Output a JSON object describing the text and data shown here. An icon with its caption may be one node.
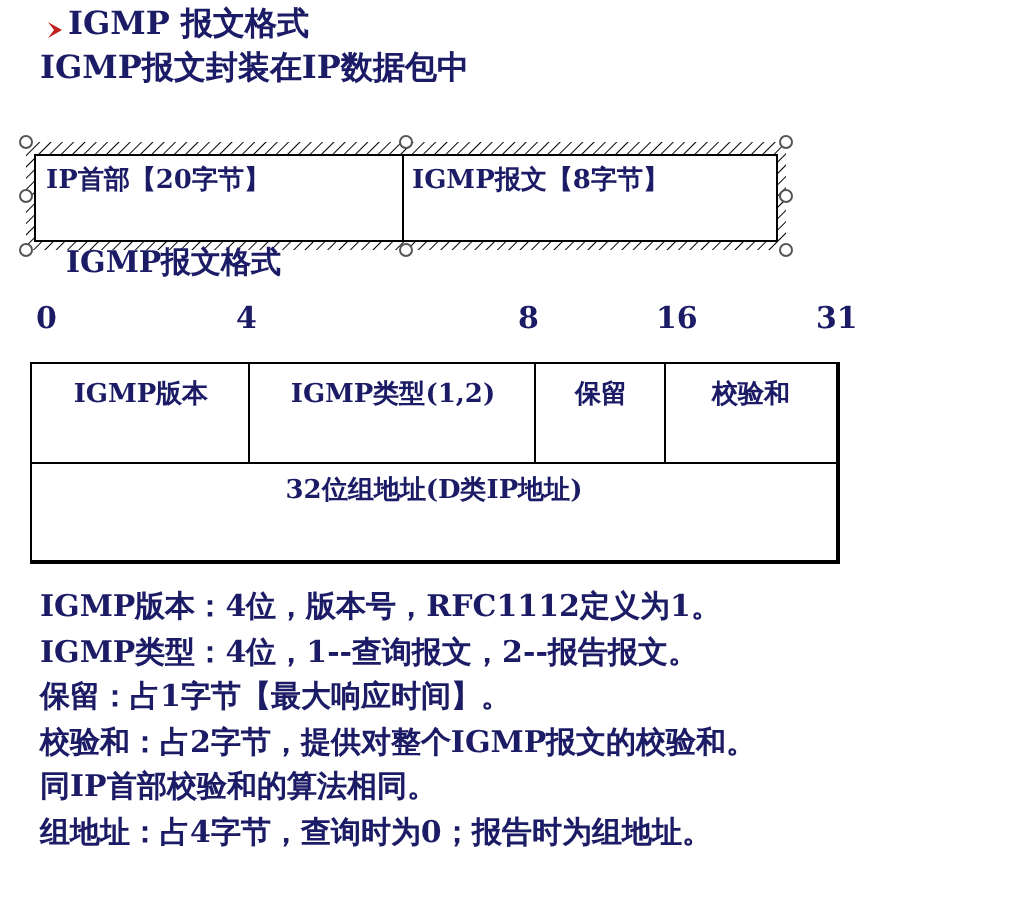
{
  "diagram": {
    "title": "IGMP 报文格式",
    "nodes": [
      {
        "text": [
          "IP首部【20字节】"
        ]
      },
      {
        "text": [
          "IGMP报文【8字节】"
        ]
      },
      {
        "text": [
          "IGMP版本"
        ]
      },
      {
        "text": [
          "IGMP类型(1,2)"
        ]
      },
      {
        "text": [
          "保留"
        ]
      },
      {
        "text": [
          "校验和"
        ]
      },
      {
        "text": [
          "32位组地址(D类IP地址)"
        ]
      }
    ],
    "edges": [],
    "labels": [
      "IGMP报文封装在IP数据包中",
      "IGMP报文格式",
      "0",
      "4",
      "8",
      "16",
      "31",
      "IGMP版本：4位，版本号，RFC1112定义为1。",
      "IGMP类型：4位，1--查询报文，2--报告报文。",
      "保留：占1字节【最大响应时间】。",
      "校验和：占2字节，提供对整个IGMP报文的校验和。",
      "同IP首部校验和的算法相同。",
      "组地址：占4字节，查询时为0；报告时为组地址。"
    ]
  }
}
